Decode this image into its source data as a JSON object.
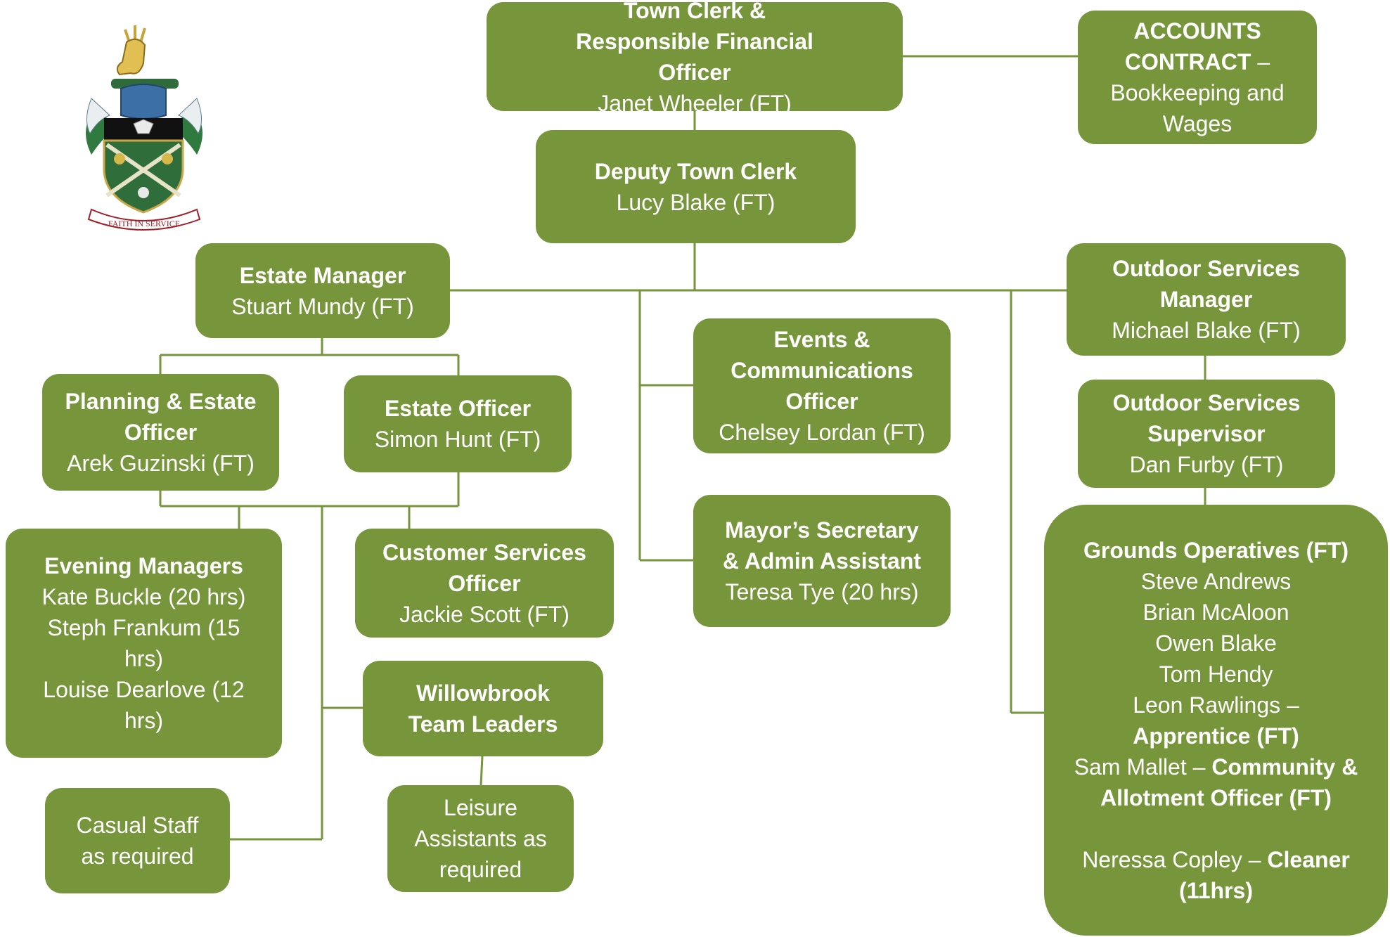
{
  "crest": {
    "motto": "FAITH IN SERVICE"
  },
  "colors": {
    "box_fill": "#77963c",
    "text": "#ffffff",
    "connector": "#77963c"
  },
  "town_clerk": {
    "title": "Town Clerk & Responsible Financial Officer",
    "name": "Janet Wheeler (FT)"
  },
  "accounts": {
    "title": "ACCOUNTS CONTRACT",
    "rest": " – Bookkeeping and Wages"
  },
  "deputy": {
    "title": "Deputy Town Clerk",
    "name": "Lucy Blake  (FT)"
  },
  "estate_manager": {
    "title": "Estate Manager",
    "name": "Stuart Mundy  (FT)"
  },
  "outdoor_manager": {
    "title": "Outdoor Services Manager",
    "name": "Michael Blake (FT)"
  },
  "events": {
    "title": "Events & Communications Officer",
    "name": "Chelsey Lordan (FT)"
  },
  "outdoor_supervisor": {
    "title": "Outdoor Services Supervisor",
    "name": "Dan Furby (FT)"
  },
  "planning": {
    "title": "Planning & Estate Officer",
    "name": "Arek Guzinski (FT)"
  },
  "estate_officer": {
    "title": "Estate Officer",
    "name": "Simon Hunt (FT)"
  },
  "mayors_secretary": {
    "title": "Mayor’s Secretary & Admin Assistant",
    "name": "Teresa Tye (20 hrs)"
  },
  "evening_managers": {
    "title": "Evening Managers",
    "names": [
      "Kate Buckle (20 hrs)",
      "Steph  Frankum (15 hrs)",
      "Louise Dearlove (12 hrs)"
    ]
  },
  "customer_services": {
    "title": "Customer Services Officer",
    "name": "Jackie Scott (FT)"
  },
  "willowbrook": {
    "title": "Willowbrook Team Leaders"
  },
  "casual": {
    "text": "Casual Staff as required"
  },
  "leisure": {
    "text": "Leisure Assistants as required"
  },
  "grounds": {
    "title": "Grounds Operatives (FT)",
    "names": [
      "Steve Andrews",
      "Brian McAloon",
      "Owen Blake",
      "Tom Hendy"
    ],
    "leon_name": "Leon Rawlings – ",
    "leon_role": "Apprentice (FT)",
    "sam_name": "Sam Mallet – ",
    "sam_role": "Community & Allotment Officer (FT)",
    "neressa_name": "Neressa Copley – ",
    "neressa_role": "Cleaner (11hrs)"
  }
}
